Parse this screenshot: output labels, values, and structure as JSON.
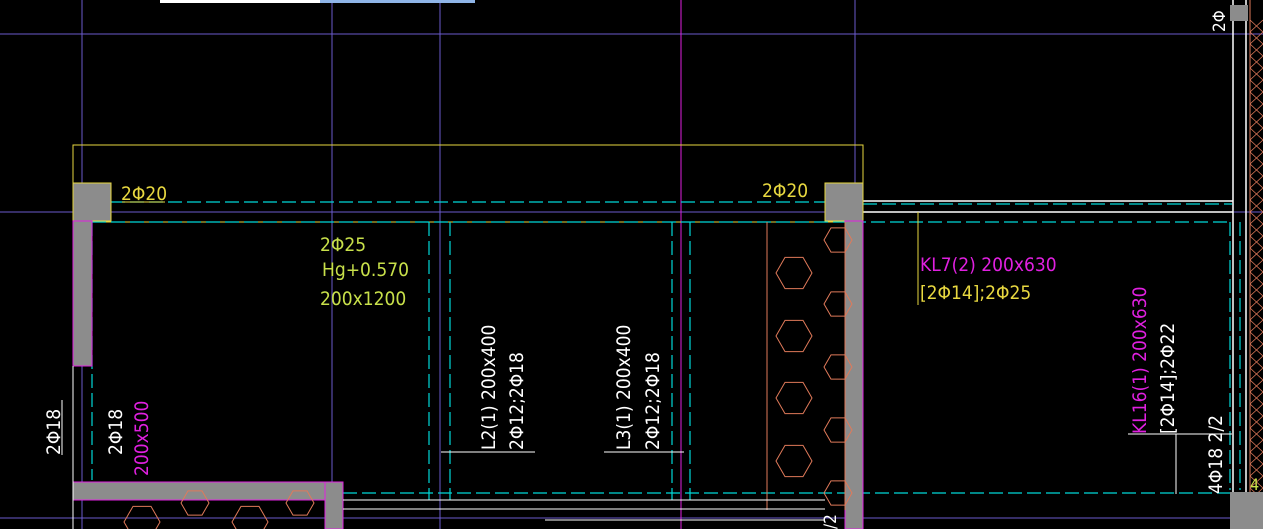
{
  "colors": {
    "background": "#000000",
    "grid_purple": "#6a5acd",
    "magenta": "#e020e0",
    "cyan": "#00d8d8",
    "yellow": "#e8d840",
    "yellow_green": "#c8e04a",
    "gray": "#8c8c8c",
    "salmon": "#e07a5a",
    "white": "#ffffff"
  },
  "labels": {
    "col_left_rebar": "2Φ20",
    "col_mid_rebar": "2Φ20",
    "beam_rebar": "2Φ25",
    "beam_height": "Hg+0.570",
    "beam_size": "200x1200",
    "kl7_title": "KL7(2) 200x630",
    "kl7_rebar": "[2Φ14];2Φ25",
    "l2_title": "L2(1) 200x400",
    "l2_rebar": "2Φ12;2Φ18",
    "l3_title": "L3(1) 200x400",
    "l3_rebar": "2Φ12;2Φ18",
    "left_beam_rebar": "2Φ18",
    "left_beam_rebar_b": "2Φ18",
    "left_beam_size": "200x500",
    "kl16_title": "KL16(1) 200x630",
    "kl16_rebar": "[2Φ14];2Φ22",
    "kl16_extra": "4Φ18 2/2",
    "top_right_rebar": "2Φ",
    "bottom_mark": "/2",
    "right_mark": "4"
  }
}
